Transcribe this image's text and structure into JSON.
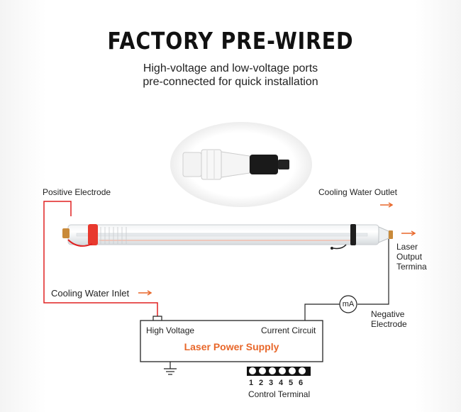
{
  "header": {
    "title": "FACTORY PRE-WIRED",
    "subtitle_line1": "High-voltage and low-voltage ports",
    "subtitle_line2": "pre-connected for quick installation"
  },
  "labels": {
    "positive_electrode": "Positive Electrode",
    "cooling_water_outlet": "Cooling Water Outlet",
    "laser_output": "Laser",
    "laser_output_2": "Output",
    "laser_output_3": "Termina",
    "cooling_water_inlet": "Cooling Water Inlet",
    "ammeter": "mA",
    "negative_electrode": "Negative",
    "negative_electrode_2": "Electrode",
    "high_voltage": "High Voltage",
    "current_circuit": "Current Circuit",
    "power_supply": "Laser Power Supply",
    "control_terminal": "Control Terminal"
  },
  "terminal_numbers": [
    "1",
    "2",
    "3",
    "4",
    "5",
    "6"
  ],
  "colors": {
    "wire_red": "#e02020",
    "arrow_orange": "#e8672a",
    "power_supply_text": "#e8672a",
    "wire_dark": "#222222"
  }
}
